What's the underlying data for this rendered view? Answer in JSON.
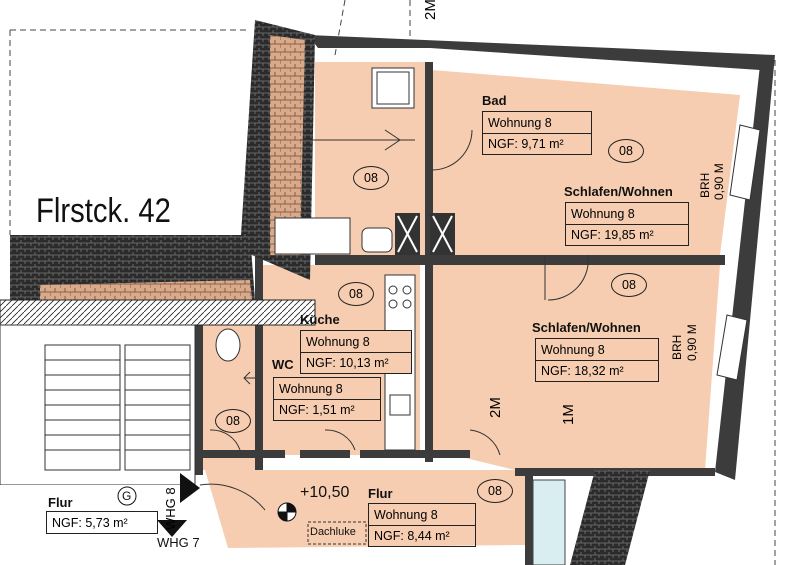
{
  "parcel_label": "Flrstck. 42",
  "top_marker": "2M",
  "rooms": [
    {
      "id": "bad",
      "name": "Bad",
      "apartment": "Wohnung 8",
      "ngf": "NGF: 9,71 m²"
    },
    {
      "id": "schlafen1",
      "name": "Schlafen/Wohnen",
      "apartment": "Wohnung 8",
      "ngf": "NGF:   19,85 m²"
    },
    {
      "id": "schlafen2",
      "name": "Schlafen/Wohnen",
      "apartment": "Wohnung 8",
      "ngf": "NGF:   18,32 m²"
    },
    {
      "id": "kueche",
      "name": "Küche",
      "apartment": "Wohnung 8",
      "ngf": "NGF: 10,13 m²"
    },
    {
      "id": "wc",
      "name": "WC",
      "apartment": "Wohnung 8",
      "ngf": "NGF: 1,51 m²"
    },
    {
      "id": "flur_wohnung",
      "name": "Flur",
      "apartment": "Wohnung 8",
      "ngf": "NGF: 8,44 m²"
    },
    {
      "id": "flur_stair",
      "name": "Flur",
      "ngf": "NGF: 5,73 m²"
    }
  ],
  "unit_tag": "08",
  "brh_label": "BRH",
  "brh_value": "0,90 M",
  "marker_2m": "2M",
  "marker_1m": "1M",
  "elevation": "+10,50",
  "dachluke": "Dachluke",
  "stair_symbol": "G",
  "whg8": "WHG 8",
  "whg7": "WHG 7",
  "colors": {
    "room_fill": "#f6cdb0",
    "wall": "#3c3c3c",
    "stair_fill": "#d8eef0"
  }
}
